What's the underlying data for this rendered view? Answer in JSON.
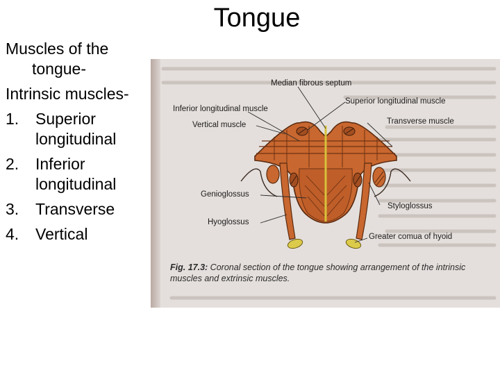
{
  "title": "Tongue",
  "bullets": {
    "intro": [
      "Muscles of the tongue-",
      "Intrinsic muscles-"
    ],
    "items": [
      {
        "num": "1.",
        "text": "Superior longitudinal"
      },
      {
        "num": "2.",
        "text": "Inferior longitudinal"
      },
      {
        "num": "3.",
        "text": "Transverse"
      },
      {
        "num": "4.",
        "text": "Vertical"
      }
    ]
  },
  "figure": {
    "labels": {
      "median_fibrous_septum": "Median fibrous septum",
      "inferior_longitudinal": "Inferior longitudinal muscle",
      "superior_longitudinal": "Superior longitudinal muscle",
      "vertical_muscle": "Vertical muscle",
      "transverse_muscle": "Transverse muscle",
      "genioglossus": "Genioglossus",
      "styloglossus": "Styloglossus",
      "hyoglossus": "Hyoglossus",
      "greater_cornua": "Greater comua of hyoid"
    },
    "caption_number": "Fig. 17.3:",
    "caption_text": "Coronal section of the tongue showing arrangement of the intrinsic muscles and extrinsic muscles."
  },
  "colors": {
    "muscle": "#c8672f",
    "muscle_dark": "#8e3f16",
    "septum": "#d6c23a",
    "hyoid": "#dccb4a",
    "page": "#e4dfdc"
  }
}
